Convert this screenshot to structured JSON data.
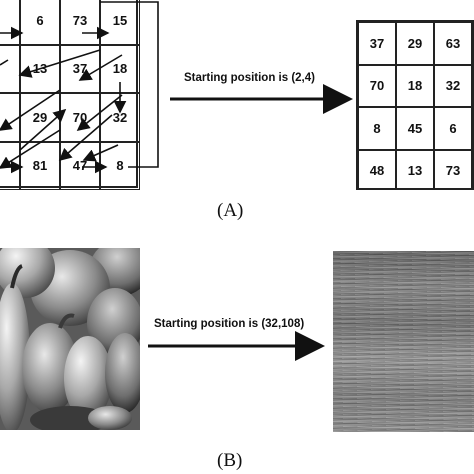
{
  "panel_a": {
    "input_grid": {
      "rows": [
        [
          "",
          "6",
          "73",
          "15"
        ],
        [
          "",
          "13",
          "37",
          "18"
        ],
        [
          "",
          "29",
          "70",
          "32"
        ],
        [
          "",
          "81",
          "47",
          "8"
        ]
      ]
    },
    "arrow_label": "Starting position is (2,4)",
    "output_grid": {
      "rows": [
        [
          "37",
          "29",
          "63",
          ""
        ],
        [
          "70",
          "18",
          "32",
          ""
        ],
        [
          "8",
          "45",
          "6",
          ""
        ],
        [
          "48",
          "13",
          "73",
          ""
        ]
      ]
    },
    "caption": "(A)"
  },
  "panel_b": {
    "arrow_label": "Starting position is (32,108)",
    "caption": "(B)",
    "input_image": "peppers-grayscale-photo",
    "output_image": "scrambled-texture-image"
  }
}
